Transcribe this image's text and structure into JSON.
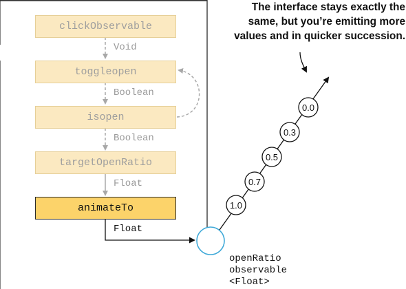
{
  "annotation": {
    "lines": [
      "The interface stays exactly the",
      "same, but you’re emitting more",
      "values and in quicker succession."
    ]
  },
  "pipeline": {
    "nodes": [
      "clickObservable",
      "toggleopen",
      "isopen",
      "targetOpenRatio",
      "animateTo"
    ],
    "edge_labels": [
      "Void",
      "Boolean",
      "Boolean",
      "Float",
      "Float"
    ]
  },
  "output_observable": {
    "label_lines": [
      "openRatio",
      "observable",
      "<Float>"
    ]
  },
  "emitted_values": [
    "1.0",
    "0.7",
    "0.5",
    "0.3",
    "0.0"
  ],
  "colors": {
    "node_fill": "#fbe9c1",
    "node_highlight_fill": "#fcd36a",
    "observable_stroke": "#3fa9d8",
    "frame_stroke": "#333333",
    "dashed_connector": "#aaaaaa"
  }
}
